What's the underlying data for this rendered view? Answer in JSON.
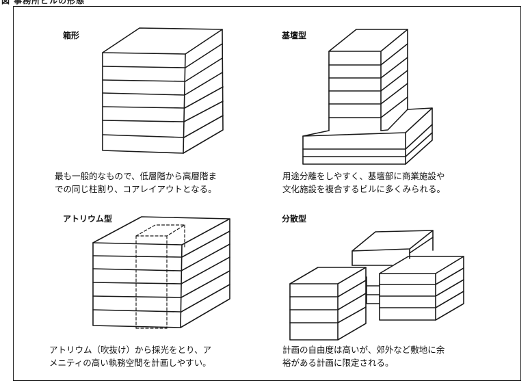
{
  "figure": {
    "title": "図 事務所ビルの形態"
  },
  "panels": [
    {
      "label": "箱形",
      "caption": [
        "最も一般的なもので、低層階から高層階ま",
        "での同じ柱割り、コアレイアウトとなる。"
      ]
    },
    {
      "label": "基壇型",
      "caption": [
        "用途分離をしやすく、基壇部に商業施設や",
        "文化施設を複合するビルに多くみられる。"
      ]
    },
    {
      "label": "アトリウム型",
      "caption": [
        "アトリウム（吹抜け）から採光をとり、ア",
        "メニティの高い執務空間を計画しやすい。"
      ]
    },
    {
      "label": "分散型",
      "caption": [
        "計画の自由度は高いが、郊外など敷地に余",
        "裕がある計画に限定される。"
      ]
    }
  ]
}
